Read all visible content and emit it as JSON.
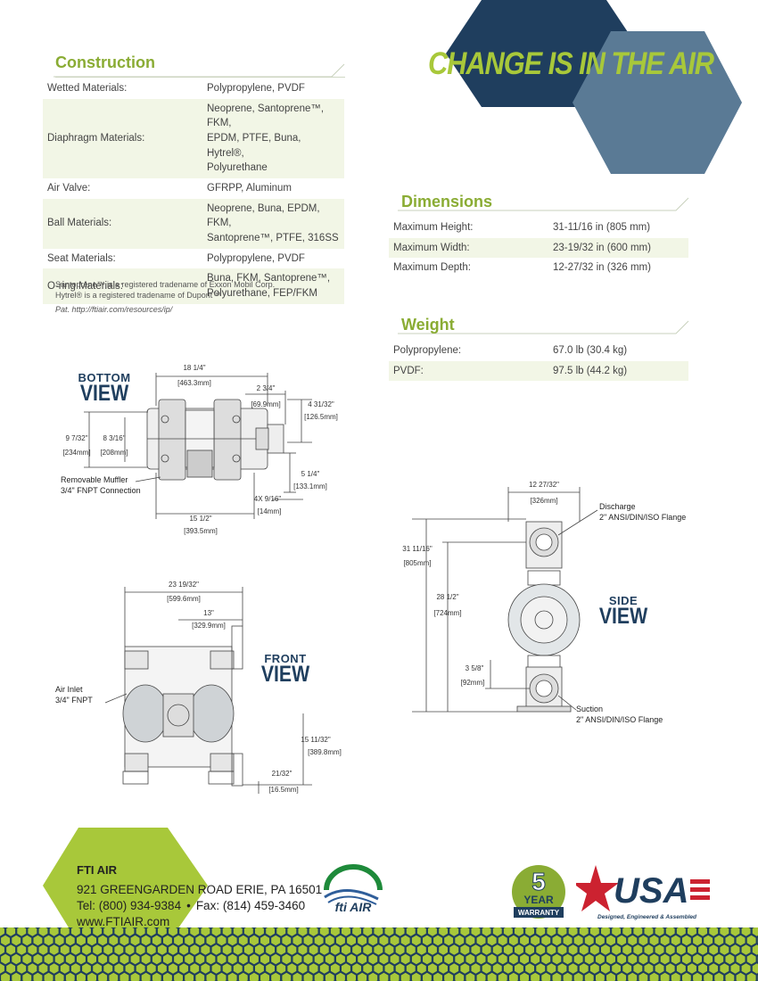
{
  "tagline": "CHANGE IS IN THE AIR",
  "colors": {
    "navy": "#1f3e5e",
    "slate": "#5a7a95",
    "lime": "#a8c83a",
    "rowAlt": "#f2f6e6"
  },
  "construction": {
    "title": "Construction",
    "rows": [
      {
        "label": "Wetted Materials:",
        "lines": [
          "Polypropylene, PVDF"
        ]
      },
      {
        "label": "Diaphragm Materials:",
        "lines": [
          "Neoprene, Santoprene™, FKM,",
          "EPDM, PTFE, Buna, Hytrel®,",
          "Polyurethane"
        ]
      },
      {
        "label": "Air Valve:",
        "lines": [
          "GFRPP, Aluminum"
        ]
      },
      {
        "label": "Ball Materials:",
        "lines": [
          "Neoprene, Buna, EPDM, FKM,",
          "Santoprene™, PTFE, 316SS"
        ]
      },
      {
        "label": "Seat Materials:",
        "lines": [
          "Polypropylene, PVDF"
        ]
      },
      {
        "label": "O-ring Materials:",
        "lines": [
          "Buna, FKM, Santoprene™,",
          "Polyurethane, FEP/FKM"
        ]
      }
    ],
    "notes": [
      "Santoprene™ is a registered tradename of Exxon Mobil Corp.",
      "Hytrel® is a registered tradename of Dupont™"
    ],
    "patent": "Pat. http://ftiair.com/resources/ip/"
  },
  "dimensions": {
    "title": "Dimensions",
    "rows": [
      {
        "label": "Maximum Height:",
        "value": "31-11/16 in (805 mm)"
      },
      {
        "label": "Maximum Width:",
        "value": "23-19/32 in (600 mm)"
      },
      {
        "label": "Maximum Depth:",
        "value": "12-27/32 in (326 mm)"
      }
    ]
  },
  "weight": {
    "title": "Weight",
    "rows": [
      {
        "label": "Polypropylene:",
        "value": "67.0 lb (30.4 kg)"
      },
      {
        "label": "PVDF:",
        "value": "97.5 lb (44.2 kg)"
      }
    ]
  },
  "bottom_view": {
    "label_small": "BOTTOM",
    "label_big": "VIEW",
    "dims": [
      "18 1/4\"",
      "[463.3mm]",
      "2 3/4\"",
      "[69.9mm]",
      "4 31/32\"",
      "[126.5mm]",
      "9 7/32\"",
      "[234mm]",
      "8 3/16\"",
      "[208mm]",
      "5 1/4\"",
      "[133.1mm]",
      "4X 9/16\"",
      "[14mm]",
      "15 1/2\"",
      "[393.5mm]"
    ],
    "callout": [
      "Removable Muffler",
      "3/4\" FNPT Connection"
    ]
  },
  "front_view": {
    "label_small": "FRONT",
    "label_big": "VIEW",
    "dims": [
      "23 19/32\"",
      "[599.6mm]",
      "13\"",
      "[329.9mm]",
      "15 11/32\"",
      "[389.8mm]",
      "21/32\"",
      "[16.5mm]"
    ],
    "callout": [
      "Air Inlet",
      "3/4\" FNPT"
    ]
  },
  "side_view": {
    "label_small": "SIDE",
    "label_big": "VIEW",
    "dims": [
      "12 27/32\"",
      "[326mm]",
      "31 11/16\"",
      "[805mm]",
      "28 1/2\"",
      "[724mm]",
      "3 5/8\"",
      "[92mm]"
    ],
    "callout_top": [
      "Discharge",
      "2\" ANSI/DIN/ISO Flange"
    ],
    "callout_bottom": [
      "Suction",
      "2\" ANSI/DIN/ISO Flange"
    ]
  },
  "footer": {
    "company": "FTI AIR",
    "address": "921 GREENGARDEN ROAD  ERIE, PA 16501",
    "tel": "Tel: (800) 934-9384",
    "bullet": "•",
    "fax": "Fax: (814) 459-3460",
    "web": "www.FTIAIR.com",
    "logo_fti_text": "fti AIR",
    "warranty_number": "5",
    "warranty_line1": "YEAR",
    "warranty_line2": "WARRANTY",
    "usa_text": "USA",
    "usa_tagline": "Designed, Engineered & Assembled"
  }
}
